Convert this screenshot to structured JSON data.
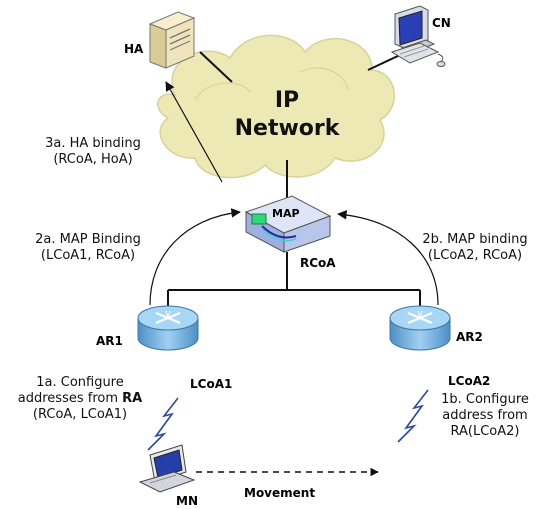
{
  "nodes": {
    "ha": "HA",
    "cn": "CN",
    "map": "MAP",
    "rcoa": "RCoA",
    "ar1": "AR1",
    "ar2": "AR2",
    "mn": "MN",
    "lcoa1": "LCoA1",
    "lcoa2": "LCoA2"
  },
  "cloud": {
    "line1": "IP",
    "line2": "Network"
  },
  "steps": {
    "s3a_line1": "3a. HA binding",
    "s3a_line2": "(RCoA, HoA)",
    "s2a_line1": "2a. MAP Binding",
    "s2a_line2": "(LCoA1, RCoA)",
    "s2b_line1": "2b. MAP binding",
    "s2b_line2": "(LCoA2, RCoA)",
    "s1a_line1": "1a. Configure",
    "s1a_line2_prefix": "addresses from ",
    "s1a_line2_bold": "RA",
    "s1a_line3": "(RCoA, LCoA1)",
    "s1b_line1": "1b. Configure",
    "s1b_line2": "address from",
    "s1b_line3": "RA(LCoA2)"
  },
  "movement": "Movement",
  "colors": {
    "cloud": "#ece9b4",
    "router": "#79b6e6",
    "map_box": "#b9c6ec",
    "server": "#efe4bb",
    "lines": "#111111"
  }
}
